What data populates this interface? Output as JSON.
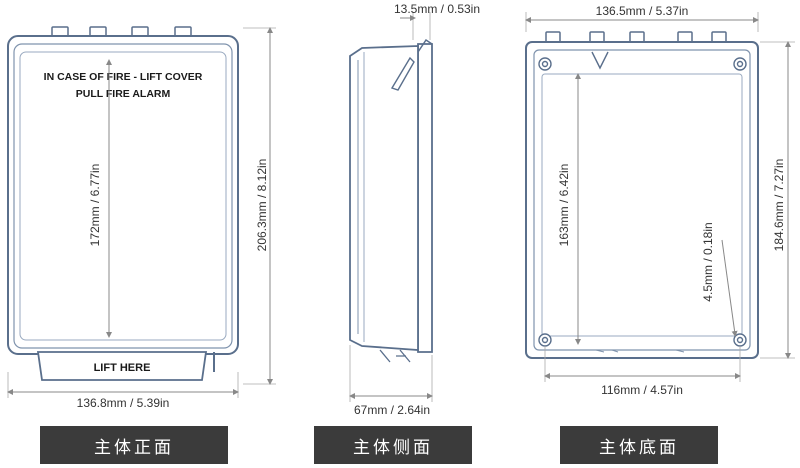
{
  "front_view": {
    "sign_line1": "IN CASE OF FIRE - LIFT COVER",
    "sign_line2": "PULL FIRE ALARM",
    "lift_label": "LIFT HERE",
    "dim_height_inner": "172mm / 6.77in",
    "dim_height_outer": "206.3mm / 8.12in",
    "dim_width": "136.8mm / 5.39in",
    "caption": "主体正面"
  },
  "side_view": {
    "dim_top": "13.5mm / 0.53in",
    "dim_depth": "67mm / 2.64in",
    "caption": "主体侧面"
  },
  "bottom_view": {
    "dim_width": "136.5mm / 5.37in",
    "dim_height_outer": "184.6mm / 7.27in",
    "dim_height_inner": "163mm / 6.42in",
    "dim_hole": "4.5mm / 0.18in",
    "dim_hole_spacing": "116mm / 4.57in",
    "caption": "主体底面"
  },
  "colors": {
    "outline": "#5a6f8c",
    "dimension": "#888888",
    "caption_bg": "#3b3b3b"
  }
}
